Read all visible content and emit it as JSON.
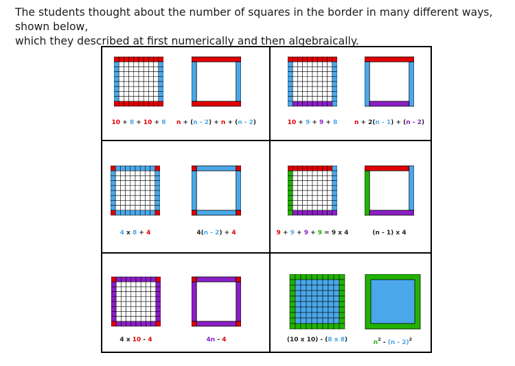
{
  "intro": {
    "line1": "The students thought about the number of squares in the border in many different ways, shown below,",
    "line2": "which they described at first numerically and then algebraically."
  },
  "colors": {
    "red": "#e00000",
    "blue": "#4aa8ea",
    "purple": "#8a1fc4",
    "green": "#22b200",
    "grid_line": "#000000"
  },
  "cells": [
    {
      "numeric": [
        [
          "10",
          "red"
        ],
        [
          " + ",
          "black"
        ],
        [
          "8",
          "blue"
        ],
        [
          " + ",
          "black"
        ],
        [
          "10",
          "red"
        ],
        [
          " + ",
          "black"
        ],
        [
          "8",
          "blue"
        ]
      ],
      "algebraic": [
        [
          "n",
          "red"
        ],
        [
          " + (",
          "black"
        ],
        [
          "n - 2",
          "blue"
        ],
        [
          ") + ",
          "black"
        ],
        [
          "n",
          "red"
        ],
        [
          " + (",
          "black"
        ],
        [
          "n - 2",
          "blue"
        ],
        [
          ")",
          "black"
        ]
      ]
    },
    {
      "numeric": [
        [
          "10",
          "red"
        ],
        [
          " + ",
          "black"
        ],
        [
          "9",
          "blue"
        ],
        [
          " + ",
          "black"
        ],
        [
          "9",
          "purple"
        ],
        [
          " + ",
          "black"
        ],
        [
          "8",
          "blue"
        ]
      ],
      "algebraic": [
        [
          "n",
          "red"
        ],
        [
          " + 2(",
          "black"
        ],
        [
          "n - 1",
          "blue"
        ],
        [
          ") + (",
          "black"
        ],
        [
          "n - 2",
          "purple"
        ],
        [
          ")",
          "black"
        ]
      ]
    },
    {
      "numeric": [
        [
          "4",
          "blue"
        ],
        [
          " x ",
          "black"
        ],
        [
          "8",
          "blue"
        ],
        [
          " + ",
          "black"
        ],
        [
          "4",
          "red"
        ]
      ],
      "algebraic": [
        [
          "4(",
          "black"
        ],
        [
          "n - 2",
          "blue"
        ],
        [
          ") + ",
          "black"
        ],
        [
          "4",
          "red"
        ]
      ]
    },
    {
      "numeric": [
        [
          "9",
          "red"
        ],
        [
          " + ",
          "black"
        ],
        [
          "9",
          "blue"
        ],
        [
          " + ",
          "black"
        ],
        [
          "9",
          "purple"
        ],
        [
          " + ",
          "black"
        ],
        [
          "9",
          "green"
        ],
        [
          " = 9 x 4",
          "black"
        ]
      ],
      "algebraic": [
        [
          "(n - 1) x 4",
          "black"
        ]
      ]
    },
    {
      "numeric": [
        [
          "4",
          "black"
        ],
        [
          " x ",
          "black"
        ],
        [
          "10",
          "red"
        ],
        [
          " - ",
          "black"
        ],
        [
          "4",
          "red"
        ]
      ],
      "algebraic": [
        [
          "4n",
          "purple"
        ],
        [
          " - ",
          "black"
        ],
        [
          "4",
          "red"
        ]
      ]
    },
    {
      "numeric": [
        [
          "(10 x 10)",
          "black"
        ],
        [
          " - (",
          "black"
        ],
        [
          "8 x 8",
          "blue"
        ],
        [
          ")",
          "black"
        ]
      ],
      "algebraic": [
        [
          "n",
          "green"
        ],
        [
          "2",
          "sup-black"
        ],
        [
          " - ",
          "black"
        ],
        [
          "(n - 2)",
          "blue"
        ],
        [
          "2",
          "sup-black"
        ]
      ]
    }
  ]
}
